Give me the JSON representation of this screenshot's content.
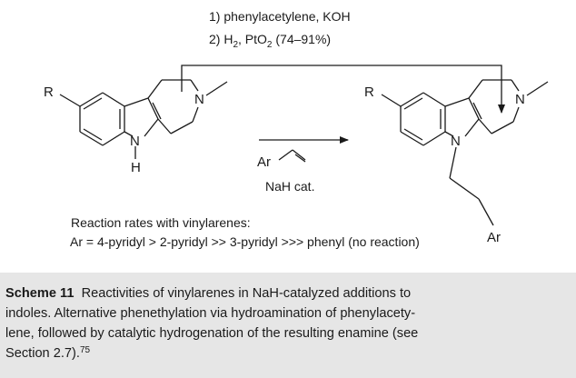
{
  "scheme": {
    "step1": "1) phenylacetylene, KOH",
    "step2_prefix": "2) H",
    "step2_h2_sub": "2",
    "step2_cat": ", PtO",
    "step2_cat_sub": "2",
    "step2_yield": " (74–91%)",
    "reagent_ar": "Ar",
    "reagent_catalyst": "NaH cat.",
    "left_R": "R",
    "left_N_ring": "N",
    "left_N_indole": "N",
    "left_H": "H",
    "right_R": "R",
    "right_N_ring": "N",
    "right_N_indole": "N",
    "right_Ar": "Ar",
    "rates_title": "Reaction rates with vinylarenes:",
    "rates_order": "Ar = 4-pyridyl > 2-pyridyl >> 3-pyridyl >>> phenyl (no reaction)"
  },
  "caption": {
    "label": "Scheme 11",
    "line1": "Reactivities of vinylarenes in NaH-catalyzed additions to",
    "line2": "indoles. Alternative phenethylation via hydroamination of phenylacety-",
    "line3": "lene, followed by catalytic hydrogenation of the resulting enamine (see",
    "line4": "Section 2.7).",
    "ref": "75"
  },
  "colors": {
    "caption_bg": "#e6e6e6",
    "ink": "#1a1a1a"
  }
}
